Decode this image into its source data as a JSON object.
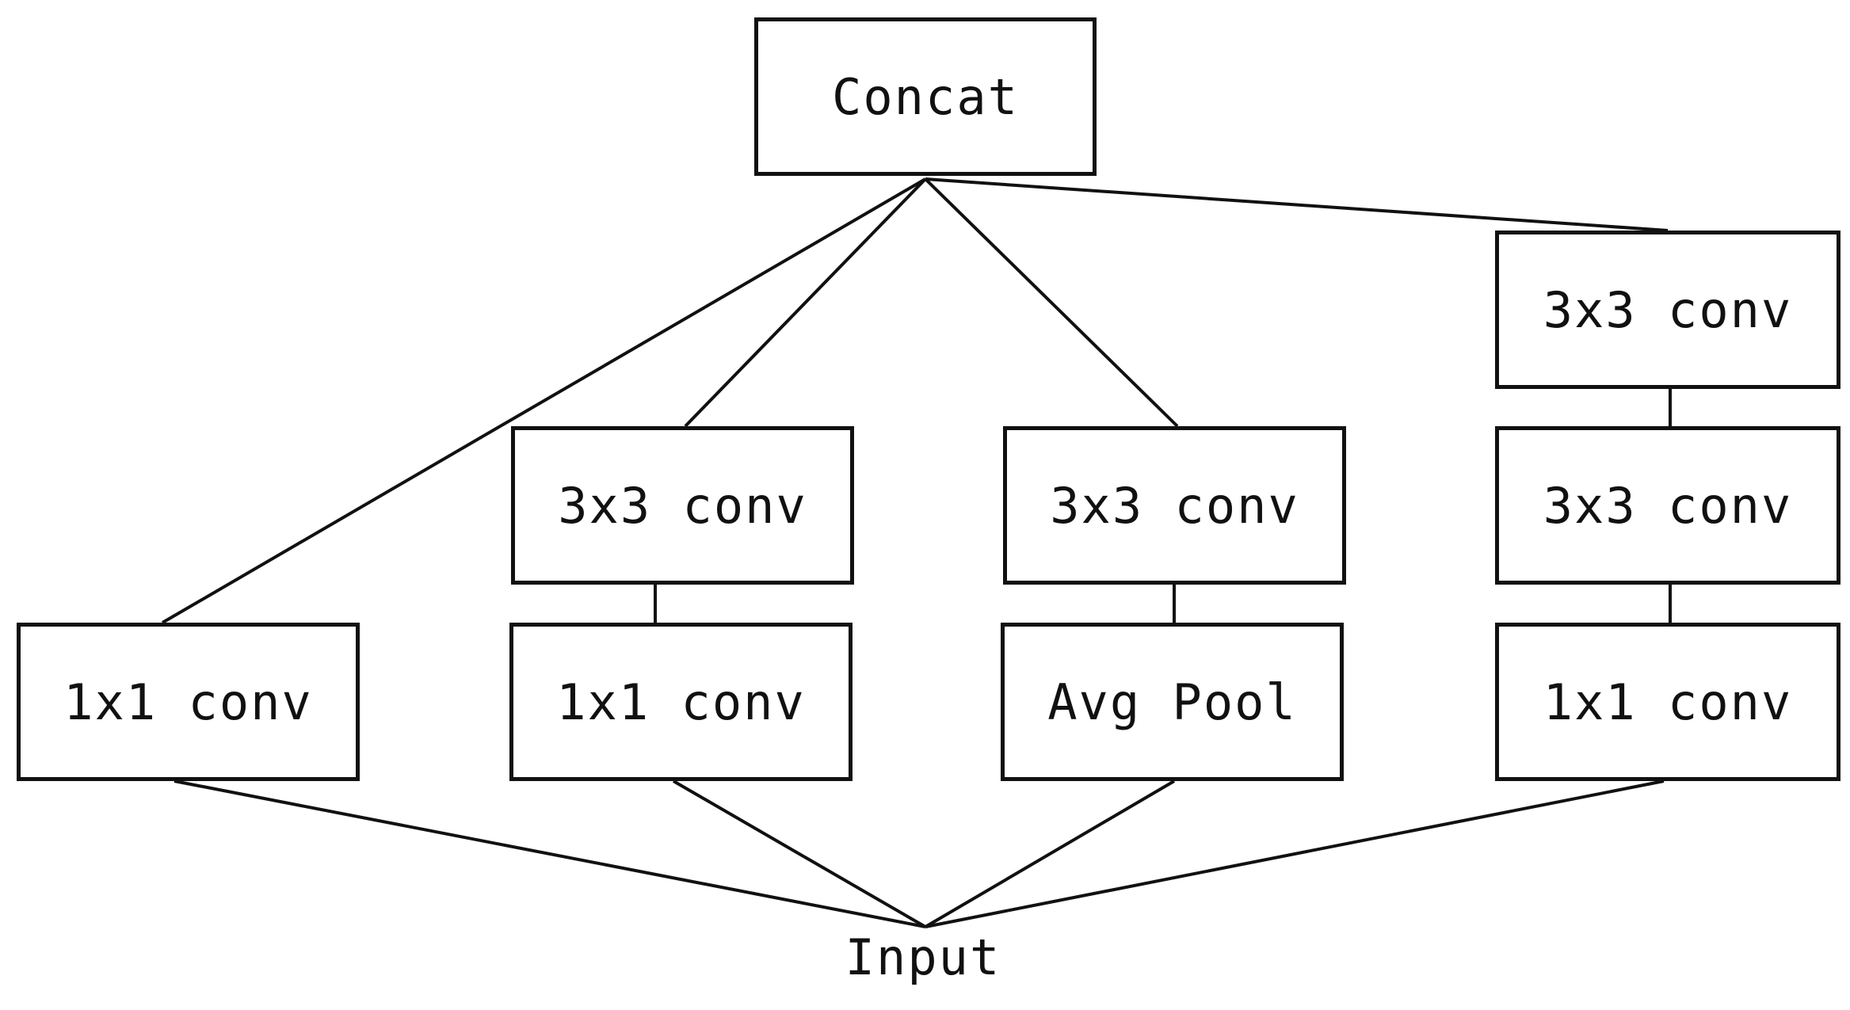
{
  "diagram": {
    "concat_label": "Concat",
    "input_label": "Input",
    "branches": [
      {
        "layers": [
          "1x1 conv"
        ]
      },
      {
        "layers": [
          "1x1 conv",
          "3x3 conv"
        ]
      },
      {
        "layers": [
          "Avg Pool",
          "3x3 conv"
        ]
      },
      {
        "layers": [
          "1x1 conv",
          "3x3 conv",
          "3x3 conv"
        ]
      }
    ],
    "line_color": "#111111",
    "box_border_color": "#111111",
    "background_color": "#ffffff"
  }
}
